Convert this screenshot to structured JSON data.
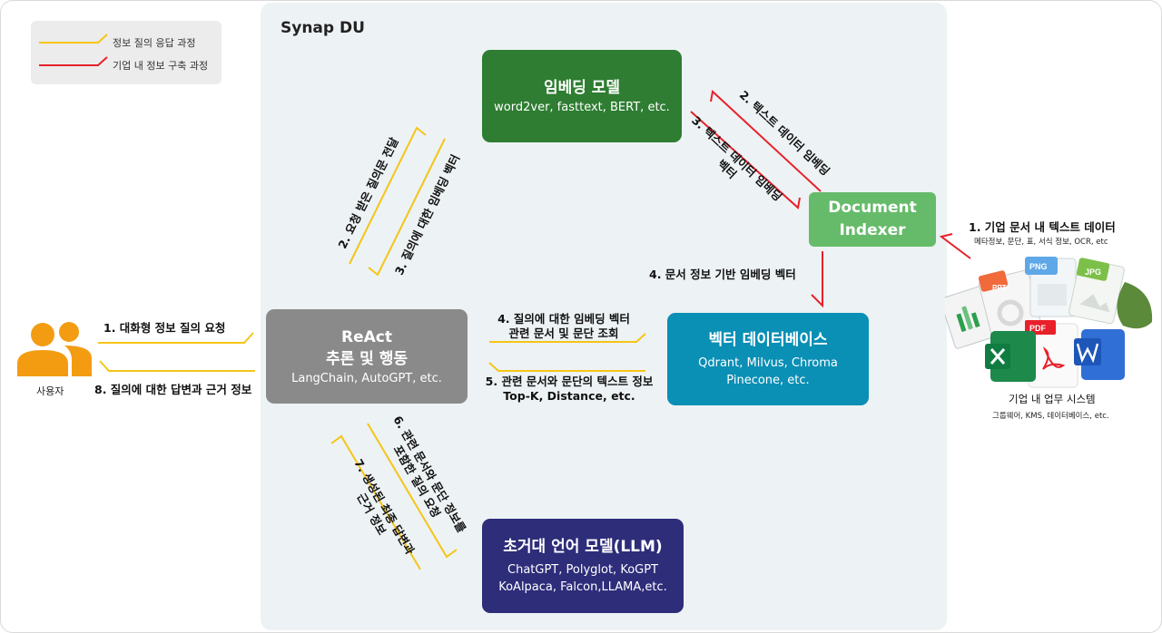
{
  "legend": {
    "query_label": "정보 질의 응답 과정",
    "build_label": "기업 내 정보 구축 과정"
  },
  "panel": {
    "title": "Synap DU"
  },
  "colors": {
    "yellow": "#f5c518",
    "red": "#e8202a",
    "embedding_model": "#2e7d32",
    "document_indexer": "#66bb6a",
    "react": "#8a8a8a",
    "vector_db": "#0a8fb5",
    "llm": "#2e2d7a",
    "user": "#f39c12"
  },
  "nodes": {
    "embedding_model": {
      "title": "임베딩 모델",
      "subtitle": "word2ver, fasttext, BERT, etc."
    },
    "document_indexer": {
      "title": [
        "Document",
        "Indexer"
      ]
    },
    "react": {
      "title": [
        "ReAct",
        "추론 및 행동"
      ],
      "subtitle": "LangChain, AutoGPT, etc."
    },
    "vector_db": {
      "title": "벡터 데이터베이스",
      "subtitle": [
        "Qdrant, Milvus, Chroma",
        "Pinecone, etc."
      ]
    },
    "llm": {
      "title": "초거대 언어 모델(LLM)",
      "subtitle": [
        "ChatGPT, Polyglot, KoGPT",
        "KoAlpaca, Falcon,LLAMA,etc."
      ]
    }
  },
  "user": {
    "label": "사용자",
    "icon": "users-icon"
  },
  "enterprise": {
    "input_title": "1. 기업 문서 내 텍스트 데이터",
    "input_sub": "메타정보, 문단, 표, 서식 정보, OCR, etc",
    "system_title": "기업 내 업무 시스템",
    "system_sub": "그룹웨어, KMS, 데이터베이스, etc.",
    "file_types": [
      "PPT",
      "PNG",
      "JPG",
      "PDF"
    ]
  },
  "flows": {
    "user_request": "1. 대화형 정보 질의 요청",
    "user_answer": "8. 질의에 대한 답변과 근거 정보",
    "query_to_embedding": "2. 요청 받은 질의문 전달",
    "query_embedding_back": "3. 질의에 대한 임베딩 벡터",
    "text_to_embedding": "2. 텍스트 데이터 임베딩",
    "embedding_vector_back": [
      "3. 텍스트 데이터 임베딩",
      "벡터"
    ],
    "doc_vector": "4. 문서 정보 기반 임베딩 벡터",
    "query_vector_search": [
      "4. 질의에 대한 임베딩 벡터",
      "관련 문서 및 문단 조회"
    ],
    "search_result": [
      "5. 관련 문서와 문단의 텍스트 정보",
      "Top-K, Distance, etc."
    ],
    "llm_request": [
      "6. 관련 문서와 문단 정보를",
      "포함한 질의 요청"
    ],
    "llm_answer": [
      "7. 생성된 최종 답변과",
      "근거 정보"
    ]
  }
}
